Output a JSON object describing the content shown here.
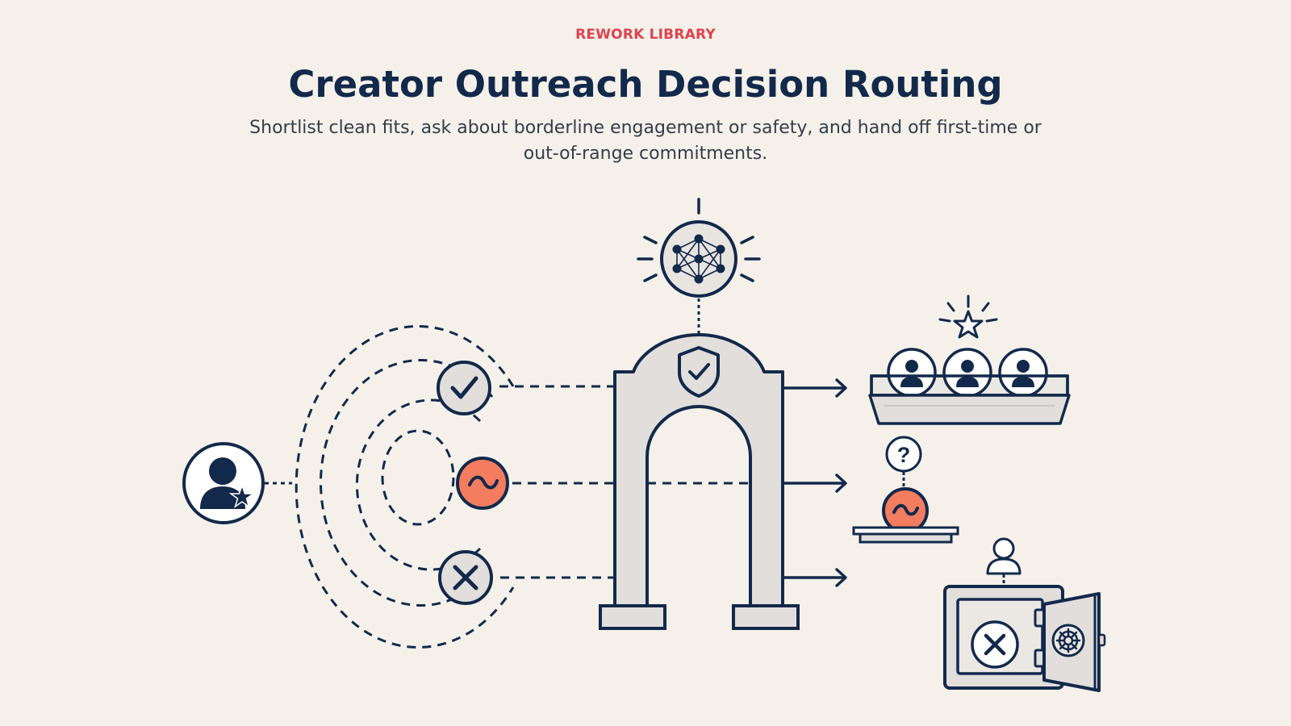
{
  "header": {
    "eyebrow": "REWORK LIBRARY",
    "title": "Creator Outreach Decision Routing",
    "subtitle": "Shortlist clean fits, ask about borderline engagement or safety, and hand off first-time or out-of-range commitments."
  },
  "colors": {
    "background": "#f5f1ea",
    "ink": "#13294b",
    "accent": "#e0414f",
    "coral": "#f47c5f",
    "gray_fill": "#e1dedb"
  },
  "icons": {
    "source": "creator-star-icon",
    "engine": "neural-network-icon",
    "gate": "shield-check-icon",
    "routes": [
      "check-icon",
      "tilde-icon",
      "x-icon"
    ],
    "destinations": [
      "shortlist-tray-icon",
      "question-tray-icon",
      "handoff-safe-icon"
    ]
  },
  "question_mark": "?"
}
